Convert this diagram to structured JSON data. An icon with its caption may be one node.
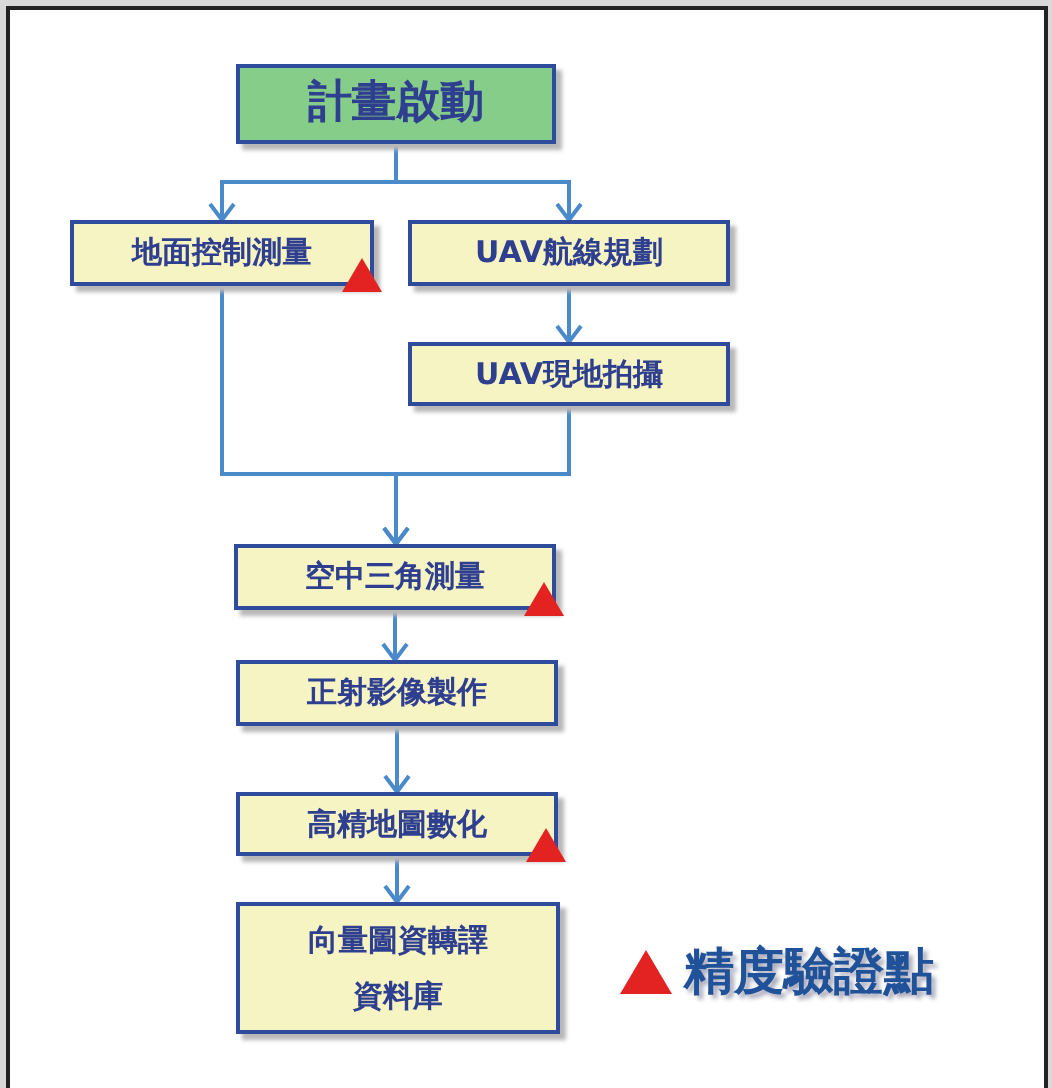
{
  "diagram": {
    "nodes": [
      {
        "text": [
          "計畫啟動"
        ]
      },
      {
        "text": [
          "地面控制測量"
        ]
      },
      {
        "text": [
          "UAV航線規劃"
        ]
      },
      {
        "text": [
          "UAV現地拍攝"
        ]
      },
      {
        "text": [
          "空中三角測量"
        ]
      },
      {
        "text": [
          "正射影像製作"
        ]
      },
      {
        "text": [
          "高精地圖數化"
        ]
      },
      {
        "text": [
          "向量圖資轉譯資料庫"
        ]
      }
    ],
    "edges": [
      {
        "from": 0,
        "to": 1,
        "arrow": "to"
      },
      {
        "from": 0,
        "to": 2,
        "arrow": "to"
      },
      {
        "from": 2,
        "to": 3,
        "arrow": "to"
      },
      {
        "from": 1,
        "to": 4,
        "arrow": "to"
      },
      {
        "from": 3,
        "to": 4,
        "arrow": "to"
      },
      {
        "from": 4,
        "to": 5,
        "arrow": "to"
      },
      {
        "from": 5,
        "to": 6,
        "arrow": "to"
      },
      {
        "from": 6,
        "to": 7,
        "arrow": "to"
      }
    ],
    "legend": [
      {
        "text": "精度驗證點"
      }
    ]
  }
}
